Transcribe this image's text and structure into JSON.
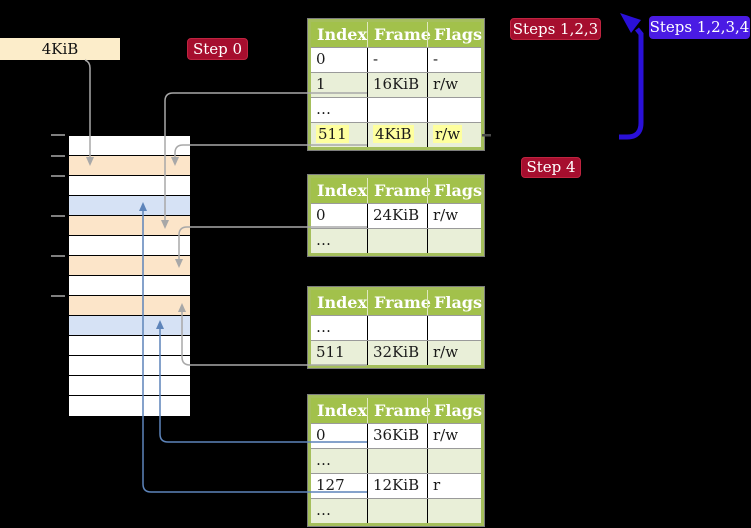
{
  "labels": {
    "page_size": "4KiB",
    "step0": "Step 0",
    "steps123": "Steps 1,2,3",
    "steps1234": "Steps 1,2,3,4",
    "step4": "Step 4"
  },
  "table_headers": [
    "Index",
    "Frame",
    "Flags"
  ],
  "tables": [
    {
      "rows": [
        [
          "0",
          "-",
          "-"
        ],
        [
          "1",
          "16KiB",
          "r/w"
        ],
        [
          "…",
          "",
          ""
        ],
        [
          "511",
          "4KiB",
          "r/w"
        ]
      ],
      "highlight_row": 3
    },
    {
      "rows": [
        [
          "0",
          "24KiB",
          "r/w"
        ],
        [
          "…",
          "",
          ""
        ]
      ],
      "highlight_row": -1
    },
    {
      "rows": [
        [
          "…",
          "",
          ""
        ],
        [
          "511",
          "32KiB",
          "r/w"
        ]
      ],
      "highlight_row": -1
    },
    {
      "rows": [
        [
          "0",
          "36KiB",
          "r/w"
        ],
        [
          "…",
          "",
          ""
        ],
        [
          "127",
          "12KiB",
          "r"
        ],
        [
          "…",
          "",
          ""
        ]
      ],
      "highlight_row": -1
    }
  ],
  "memory": {
    "rows": [
      "free",
      "page-table",
      "free",
      "mapped",
      "page-table",
      "free",
      "page-table",
      "free",
      "page-table",
      "mapped",
      "free",
      "free",
      "free",
      "free"
    ]
  },
  "colors": {
    "header_green": "#a2c14b",
    "table_border": "#a5bf5c",
    "row_green": "#e9efd8",
    "frame_peach": "#fce5c9",
    "frame_blue": "#d6e2f5",
    "label_cream": "#fcedca",
    "highlight_yellow": "#feff9e",
    "badge_red": "#a60e2e",
    "badge_blue": "#4a1be4",
    "arrow_blue": "#2a10d8",
    "connector_blue": "#5d84ba",
    "connector_gray": "#a8a8a8"
  }
}
